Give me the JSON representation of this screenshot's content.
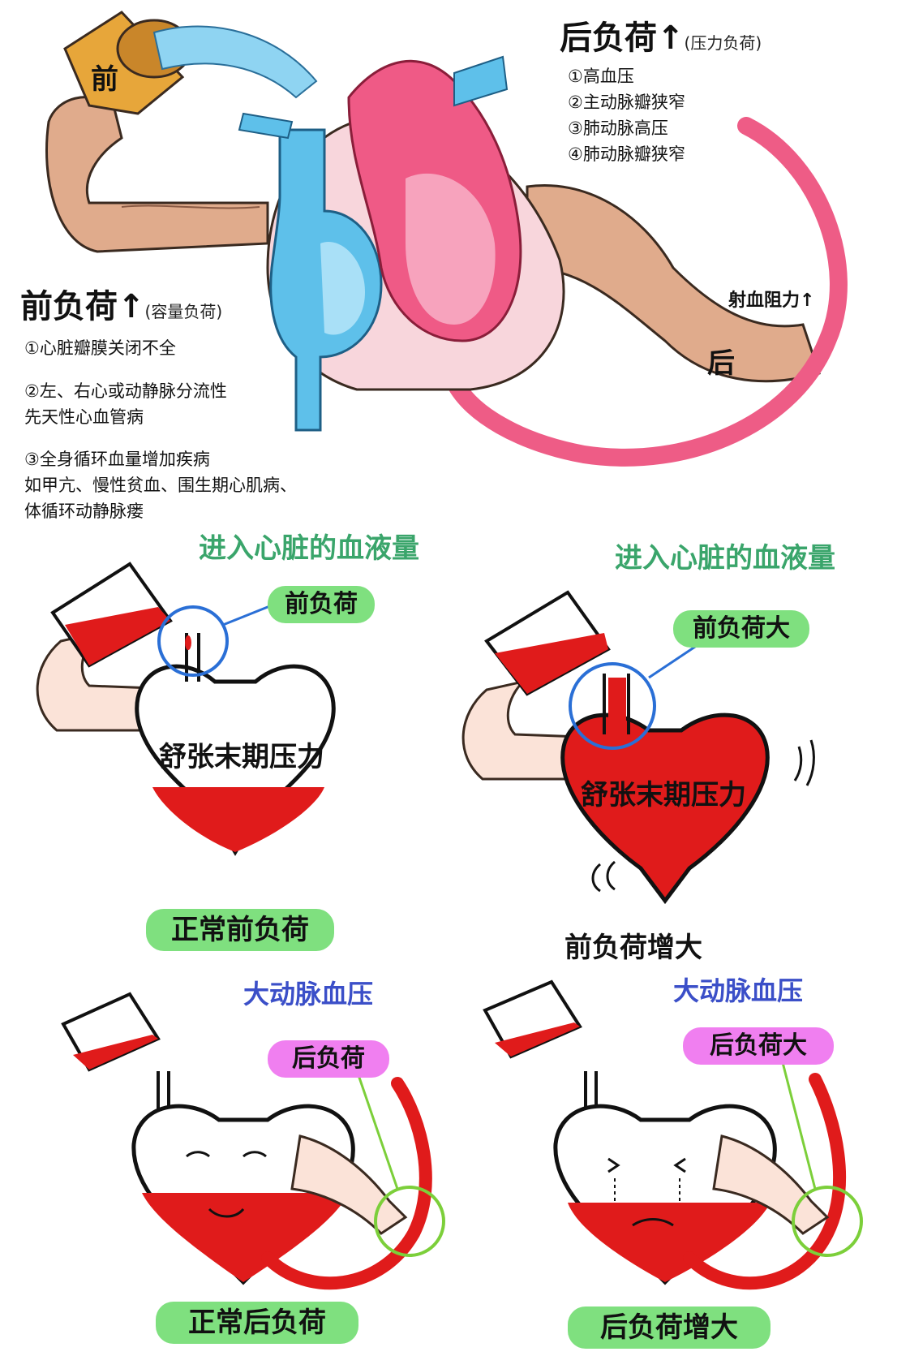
{
  "top": {
    "pre_label": "前",
    "post_label": "后",
    "afterload": {
      "title": "后负荷",
      "arrow": "↑",
      "subtitle": "(压力负荷)",
      "items": [
        "①高血压",
        "②主动脉瓣狭窄",
        "③肺动脉高压",
        "④肺动脉瓣狭窄"
      ]
    },
    "resistance": "射血阻力↑",
    "preload": {
      "title": "前负荷",
      "arrow": "↑",
      "subtitle": "(容量负荷)",
      "items": [
        "①心脏瓣膜关闭不全",
        "②左、右心或动静脉分流性",
        "先天性心血管病",
        "③全身循环血量增加疾病",
        "如甲亢、慢性贫血、围生期心肌病、",
        "体循环动静脉瘘"
      ]
    }
  },
  "middle": {
    "left_title": "进入心脏的血液量",
    "right_title": "进入心脏的血液量",
    "left_tag": "前负荷",
    "right_tag": "前负荷大",
    "heart_text_left": "舒张末期压力",
    "heart_text_right": "舒张末期压力",
    "left_caption": "正常前负荷",
    "right_caption": "前负荷增大"
  },
  "bottom": {
    "left_title": "大动脉血压",
    "right_title": "大动脉血压",
    "left_tag": "后负荷",
    "right_tag": "后负荷大",
    "left_caption": "正常后负荷",
    "right_caption": "后负荷增大"
  },
  "colors": {
    "blood_red": "#e01b1b",
    "vein_blue": "#4fb9e6",
    "heart_pink": "#f06a8e",
    "arm_skin": "#d9a88a",
    "cup_orange": "#e7a63a",
    "green_pill": "#7fe07f",
    "pink_pill": "#f07ff0",
    "circle_blue": "#2a6fd6",
    "circle_green": "#7ccf3a"
  }
}
